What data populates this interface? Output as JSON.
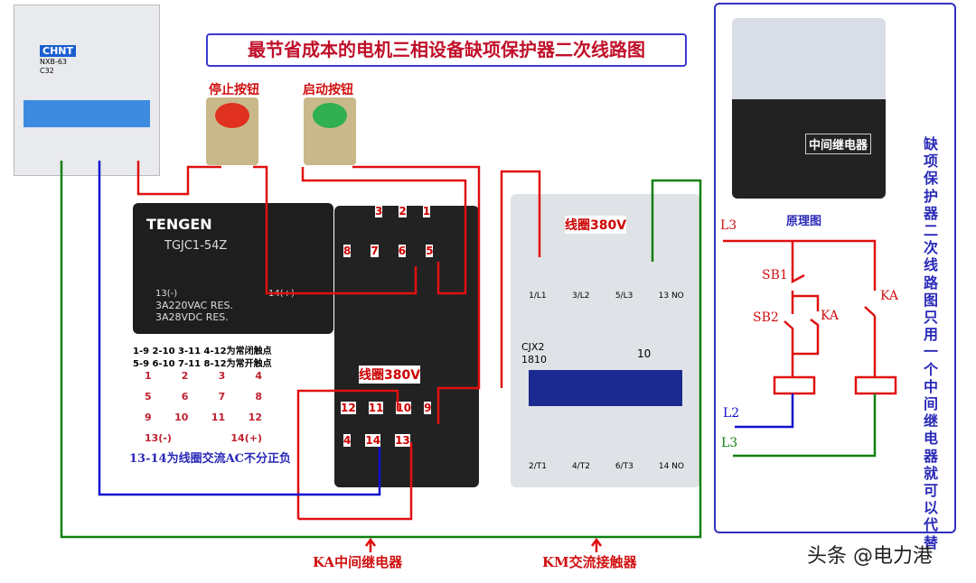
{
  "title": "最节省成本的电机三相设备缺项保护器二次线路图",
  "breaker": {
    "brand": "CHNT",
    "model": "NXB-63",
    "rating": "C32"
  },
  "buttons": {
    "stop": "停止按钮",
    "start": "启动按钮"
  },
  "relay": {
    "brand": "TENGEN",
    "model": "TGJC1-54Z",
    "coil_minus": "13(-)",
    "coil_plus": "14(+)",
    "rating1": "3A220VAC RES.",
    "rating2": "3A28VDC RES.",
    "nc_note": "1-9 2-10 3-11 4-12为常闭触点",
    "no_note": "5-9 6-10 7-11 8-12为常开触点",
    "pins_top": [
      "1",
      "2",
      "3",
      "4"
    ],
    "pins_mid": [
      "5",
      "6",
      "7",
      "8"
    ],
    "pins_bot": [
      "9",
      "10",
      "11",
      "12"
    ],
    "coil_note": "13-14为线圈交流AC不分正负"
  },
  "base": {
    "top_row": [
      "3",
      "2",
      "1"
    ],
    "row2": [
      "8",
      "7",
      "6",
      "5"
    ],
    "coil_label": "线圈380V",
    "row3": [
      "12",
      "11",
      "10",
      "9"
    ],
    "row4": [
      "4",
      "14",
      "13"
    ]
  },
  "contactor": {
    "coil_label": "线圈380V",
    "top_terms": [
      "1/L1",
      "3/L2",
      "5/L3",
      "13 NO"
    ],
    "model": "CJX2",
    "code": "1810",
    "aux": "10",
    "bot_terms": [
      "2/T1",
      "4/T2",
      "6/T3",
      "14 NO"
    ]
  },
  "panel": {
    "relay_label": "中间继电器",
    "schematic_title": "原理图",
    "L3_top": "L3",
    "SB1": "SB1",
    "SB2": "SB2",
    "KA1": "KA",
    "KA2": "KA",
    "L2": "L2",
    "L3_bottom": "L3",
    "side_text": "缺项保护器二次线路图只用一个中间继电器就可以代替"
  },
  "captions": {
    "ka": "KA中间继电器",
    "km": "KM交流接触器"
  },
  "watermark": "头条 @电力港",
  "colors": {
    "live": "#e01010",
    "neutral": "#1010d0",
    "ground": "#108010",
    "frame": "#3030c0"
  }
}
